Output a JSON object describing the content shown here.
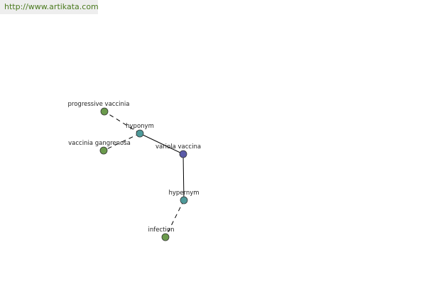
{
  "banner": {
    "url": "http://www.artikata.com"
  },
  "colors": {
    "term": "#6a9a4c",
    "relation": "#4e9a9a",
    "center": "#5a5aa8"
  },
  "graph": {
    "nodes": [
      {
        "id": "variola",
        "label": "variola vaccina",
        "kind": "center"
      },
      {
        "id": "hyponym",
        "label": "hyponym",
        "kind": "relation"
      },
      {
        "id": "hypernym",
        "label": "hypernym",
        "kind": "relation"
      },
      {
        "id": "progressive",
        "label": "progressive vaccinia",
        "kind": "term"
      },
      {
        "id": "gangrenosa",
        "label": "vaccinia gangrenosa",
        "kind": "term"
      },
      {
        "id": "infection",
        "label": "infection",
        "kind": "term"
      }
    ],
    "edges": [
      {
        "from": "variola",
        "to": "hyponym",
        "style": "solid"
      },
      {
        "from": "variola",
        "to": "hypernym",
        "style": "solid"
      },
      {
        "from": "hyponym",
        "to": "progressive",
        "style": "dashed"
      },
      {
        "from": "hyponym",
        "to": "gangrenosa",
        "style": "dashed"
      },
      {
        "from": "hypernym",
        "to": "infection",
        "style": "dashed"
      }
    ]
  }
}
